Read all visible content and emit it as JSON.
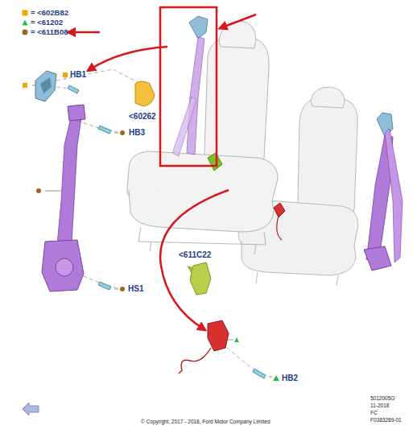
{
  "diagram": {
    "labels": [
      "HB1",
      "<60262",
      "HB3",
      "<611C22",
      "HS1",
      "HB2",
      "5012005G",
      "11-2018",
      "FC",
      "F0383289-01",
      "© Copyright, 2017 - 2018, Ford Motor Company Limited"
    ],
    "legend": [
      {
        "text": "= <602B82",
        "color": "#f0a800"
      },
      {
        "text": "= <61202",
        "color": "#2fb84a"
      },
      {
        "text": "= <611B08",
        "color": "#a0661e"
      }
    ]
  }
}
